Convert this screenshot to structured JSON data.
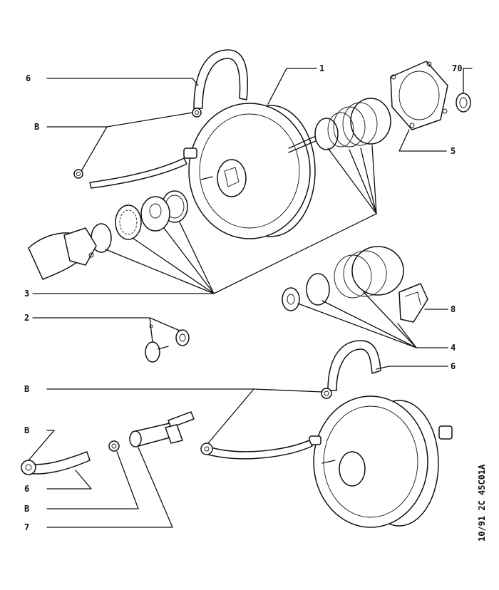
{
  "callouts": {
    "c1": "1",
    "c2": "2",
    "c3": "3",
    "c4": "4",
    "c5": "5",
    "c6_top": "6",
    "c6_right": "6",
    "c6_bottom": "6",
    "c7": "7",
    "c8": "8",
    "c70": "70",
    "cB_top": "B",
    "cB_mid": "B",
    "cB_low": "B",
    "cB_bottom": "B"
  },
  "reference_code": "10/91 2C 45C01A"
}
